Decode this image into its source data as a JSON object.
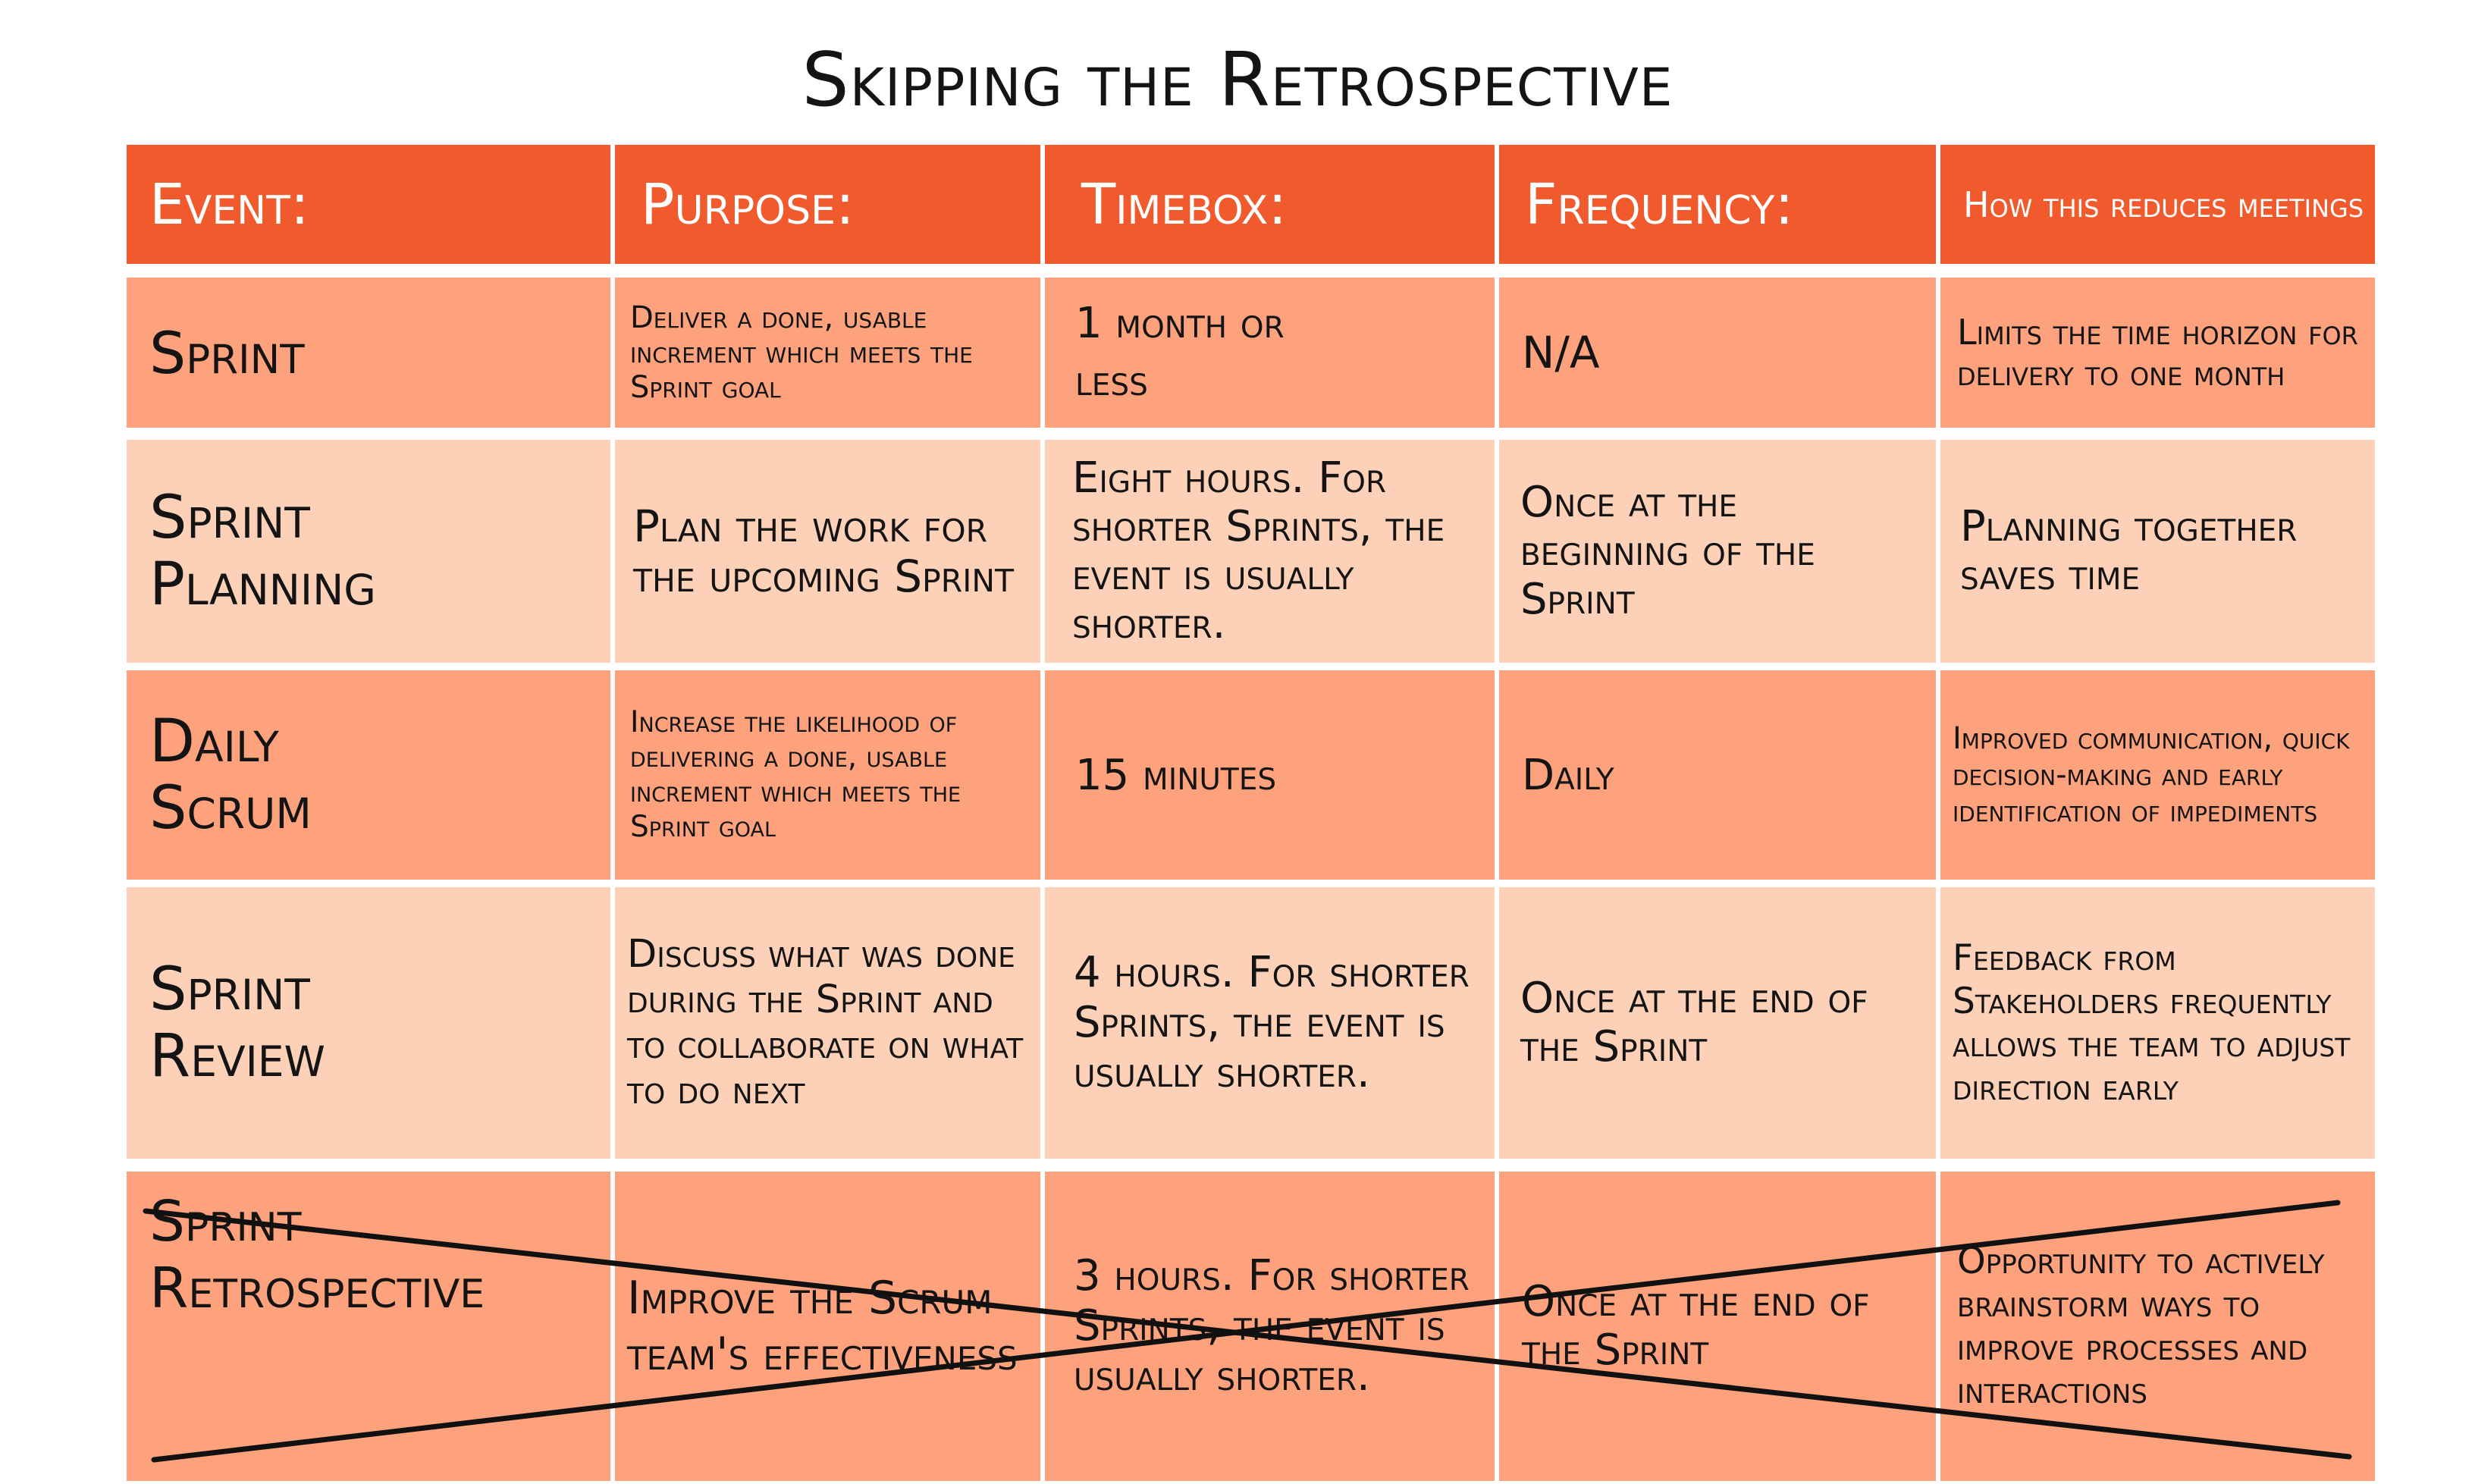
{
  "title": "Skipping the Retrospective",
  "headers": [
    "Event:",
    "Purpose:",
    "Timebox:",
    "Frequency:",
    "How this reduces meetings"
  ],
  "rows": [
    {
      "event": "Sprint",
      "purpose": "Deliver a done, usable increment which meets the Sprint goal",
      "timebox": "1 month or less",
      "frequency": "N/A",
      "reduces": "Limits the time horizon for delivery to one month"
    },
    {
      "event": "Sprint Planning",
      "purpose": "Plan the work for the upcoming Sprint",
      "timebox": "Eight hours. For shorter Sprints, the event is usually shorter.",
      "frequency": "Once at the beginning of the Sprint",
      "reduces": "Planning together saves time"
    },
    {
      "event": "Daily Scrum",
      "purpose": "Increase the likelihood of delivering a done, usable increment which meets the Sprint goal",
      "timebox": "15 minutes",
      "frequency": "Daily",
      "reduces": "Improved communication, quick decision-making and early identification of impediments"
    },
    {
      "event": "Sprint Review",
      "purpose": "Discuss what was done during the Sprint and to collaborate on what to do next",
      "timebox": "4 hours. For shorter Sprints, the event is usually shorter.",
      "frequency": "Once at the end of the Sprint",
      "reduces": "Feedback from Stakeholders frequently allows the team to adjust direction early"
    },
    {
      "event": "Sprint Retrospective",
      "purpose": "Improve the Scrum team's effectiveness",
      "timebox": "3 hours. For shorter Sprints, the event is usually shorter.",
      "frequency": "Once at the end of the Sprint",
      "reduces": "Opportunity to actively brainstorm ways to improve processes and interactions",
      "crossed_out": true
    }
  ],
  "colors": {
    "header": "#f05a2d",
    "row_dark": "#fda27d",
    "row_light": "#fdd0b8",
    "header_text": "#ffffff",
    "text": "#141414",
    "cross": "#111111"
  }
}
